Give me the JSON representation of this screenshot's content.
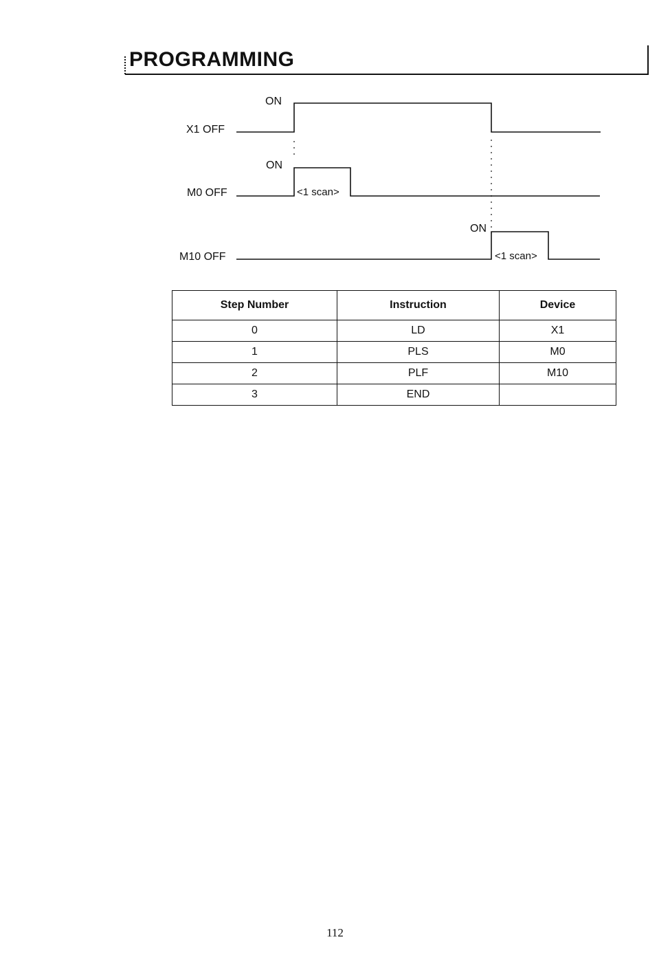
{
  "header": {
    "title": "PROGRAMMING"
  },
  "timing_diagram": {
    "signals": [
      {
        "name": "X1",
        "off_label": "X1 OFF",
        "on_label": "ON",
        "pulse_label": ""
      },
      {
        "name": "M0",
        "off_label": "M0 OFF",
        "on_label": "ON",
        "pulse_label": "<1 scan>"
      },
      {
        "name": "M10",
        "off_label": "M10 OFF",
        "on_label": "ON",
        "pulse_label": "<1 scan>"
      }
    ]
  },
  "table": {
    "headers": [
      "Step Number",
      "Instruction",
      "Device"
    ],
    "rows": [
      [
        "0",
        "LD",
        "X1"
      ],
      [
        "1",
        "PLS",
        "M0"
      ],
      [
        "2",
        "PLF",
        "M10"
      ],
      [
        "3",
        "END",
        ""
      ]
    ]
  },
  "footer": {
    "page_number": "112"
  }
}
